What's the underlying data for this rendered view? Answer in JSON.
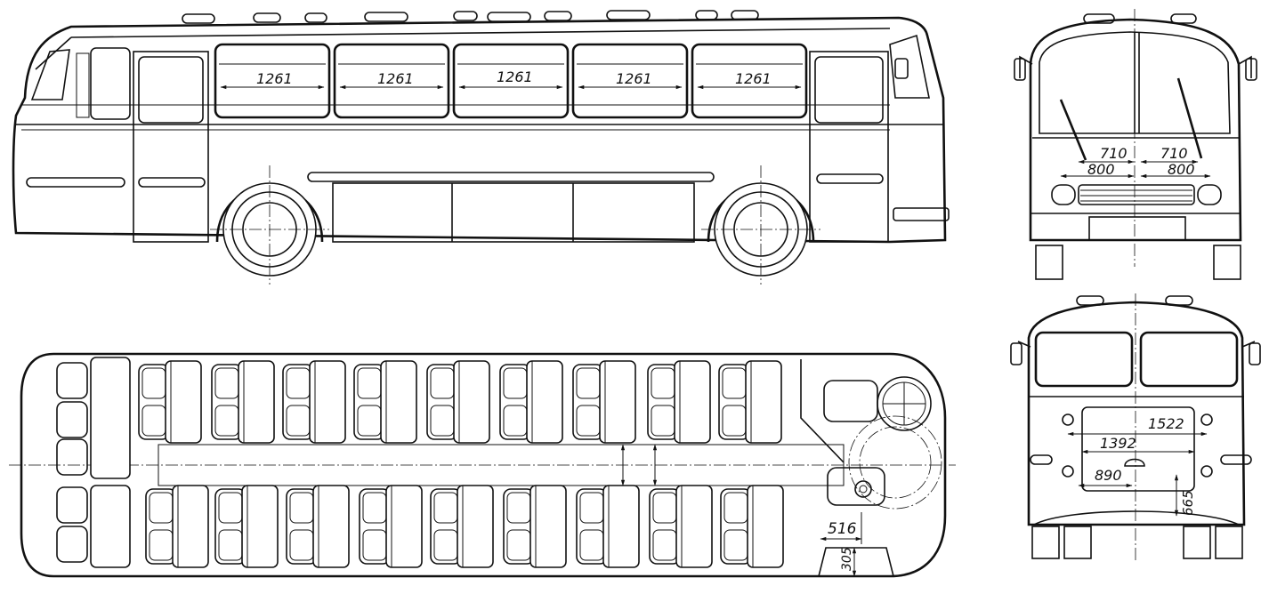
{
  "side_view": {
    "window_dims": [
      "1261",
      "1261",
      "1261",
      "1261",
      "1261"
    ]
  },
  "front_view": {
    "dims": [
      "710",
      "710",
      "800",
      "800"
    ]
  },
  "rear_view": {
    "dims": [
      "1522",
      "1392",
      "890",
      "665"
    ]
  },
  "plan_view": {
    "dims": [
      "516",
      "305"
    ]
  }
}
